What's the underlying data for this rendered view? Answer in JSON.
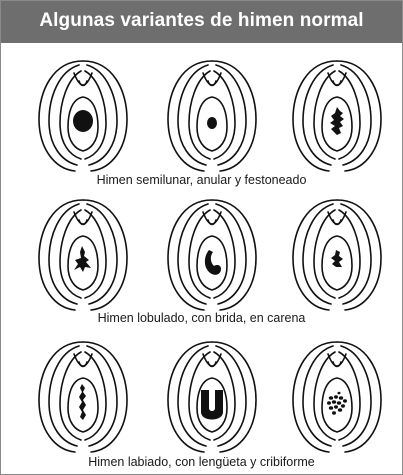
{
  "title": "Algunas variantes de himen normal",
  "rows": [
    {
      "caption": "Himen semilunar, anular y festoneado",
      "variants": [
        {
          "opening": "semilunar"
        },
        {
          "opening": "anular"
        },
        {
          "opening": "festoneado"
        }
      ]
    },
    {
      "caption": "Himen lobulado, con brida, en carena",
      "variants": [
        {
          "opening": "lobulado"
        },
        {
          "opening": "con brida"
        },
        {
          "opening": "en carena"
        }
      ]
    },
    {
      "caption": "Himen labiado, con lengüeta y cribiforme",
      "variants": [
        {
          "opening": "labiado"
        },
        {
          "opening": "con lengüeta"
        },
        {
          "opening": "cribiforme"
        }
      ]
    }
  ],
  "colors": {
    "header_bg": "#6e6e6e",
    "header_text": "#ffffff",
    "ink": "#111111",
    "border": "#8a8a8a"
  }
}
